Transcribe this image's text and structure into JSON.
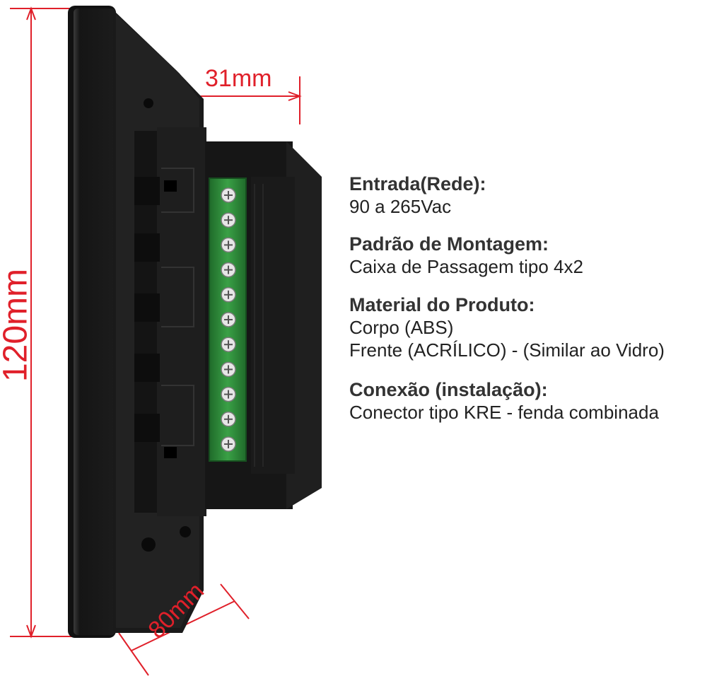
{
  "dimensions": {
    "width": "31mm",
    "height": "120mm",
    "depth": "80mm"
  },
  "colors": {
    "dimension": "#e0202a",
    "body": "#1b1b1b",
    "terminal": "#2e8b3a"
  },
  "specs": [
    {
      "title": "Entrada(Rede):",
      "values": [
        "90 a 265Vac"
      ]
    },
    {
      "title": "Padrão de Montagem:",
      "values": [
        "Caixa de Passagem tipo 4x2"
      ]
    },
    {
      "title": "Material do Produto:",
      "values": [
        "Corpo (ABS)",
        "Frente (ACRÍLICO) - (Similar ao Vidro)"
      ]
    },
    {
      "title": "Conexão (instalação):",
      "values": [
        "Conector tipo KRE - fenda combinada"
      ]
    }
  ],
  "terminal_count": 11
}
